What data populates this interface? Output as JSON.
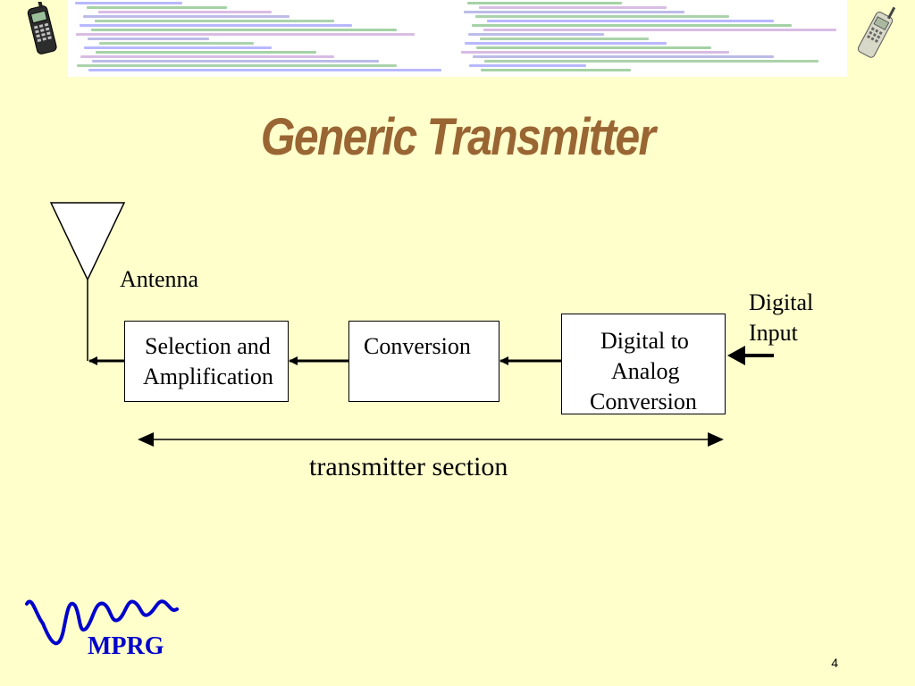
{
  "slide": {
    "title": "Generic Transmitter",
    "page_number": "4"
  },
  "diagram": {
    "antenna_label": "Antenna",
    "digital_input_label_line1": "Digital",
    "digital_input_label_line2": "Input",
    "blocks": [
      {
        "line1": "Selection and",
        "line2": "Amplification"
      },
      {
        "line1": "Conversion"
      },
      {
        "line1": "Digital to",
        "line2": "Analog",
        "line3": "Conversion"
      }
    ],
    "section_label": "transmitter section"
  },
  "logo": {
    "text": "MPRG"
  },
  "colors": {
    "background": "#ffffcc",
    "title": "#996633",
    "logo": "#0000cc"
  }
}
